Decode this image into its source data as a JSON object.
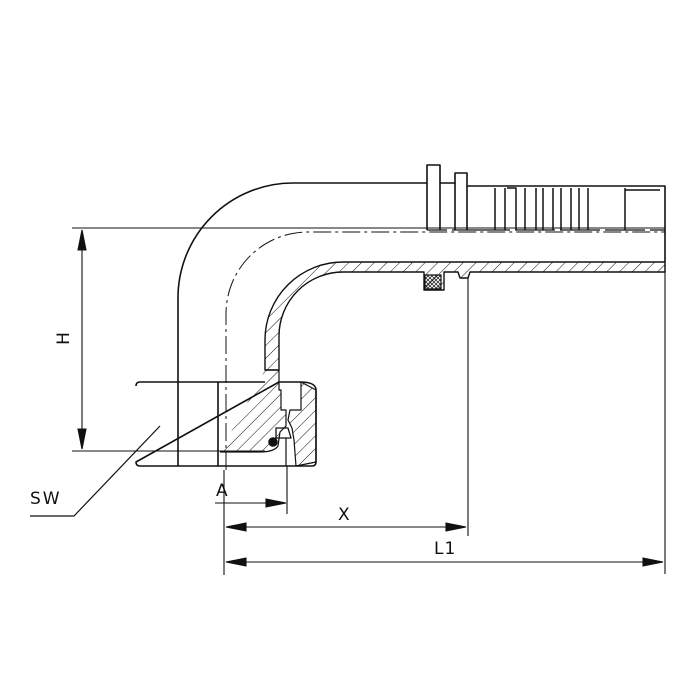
{
  "diagram": {
    "type": "technical-drawing",
    "subject": "90-degree elbow hose fitting with swivel nut (sectional view)",
    "line_color": "#111111",
    "background": "#ffffff",
    "dimensions": {
      "H": "H",
      "SW": "SW",
      "A": "A",
      "X": "X",
      "L1": "L1"
    }
  }
}
